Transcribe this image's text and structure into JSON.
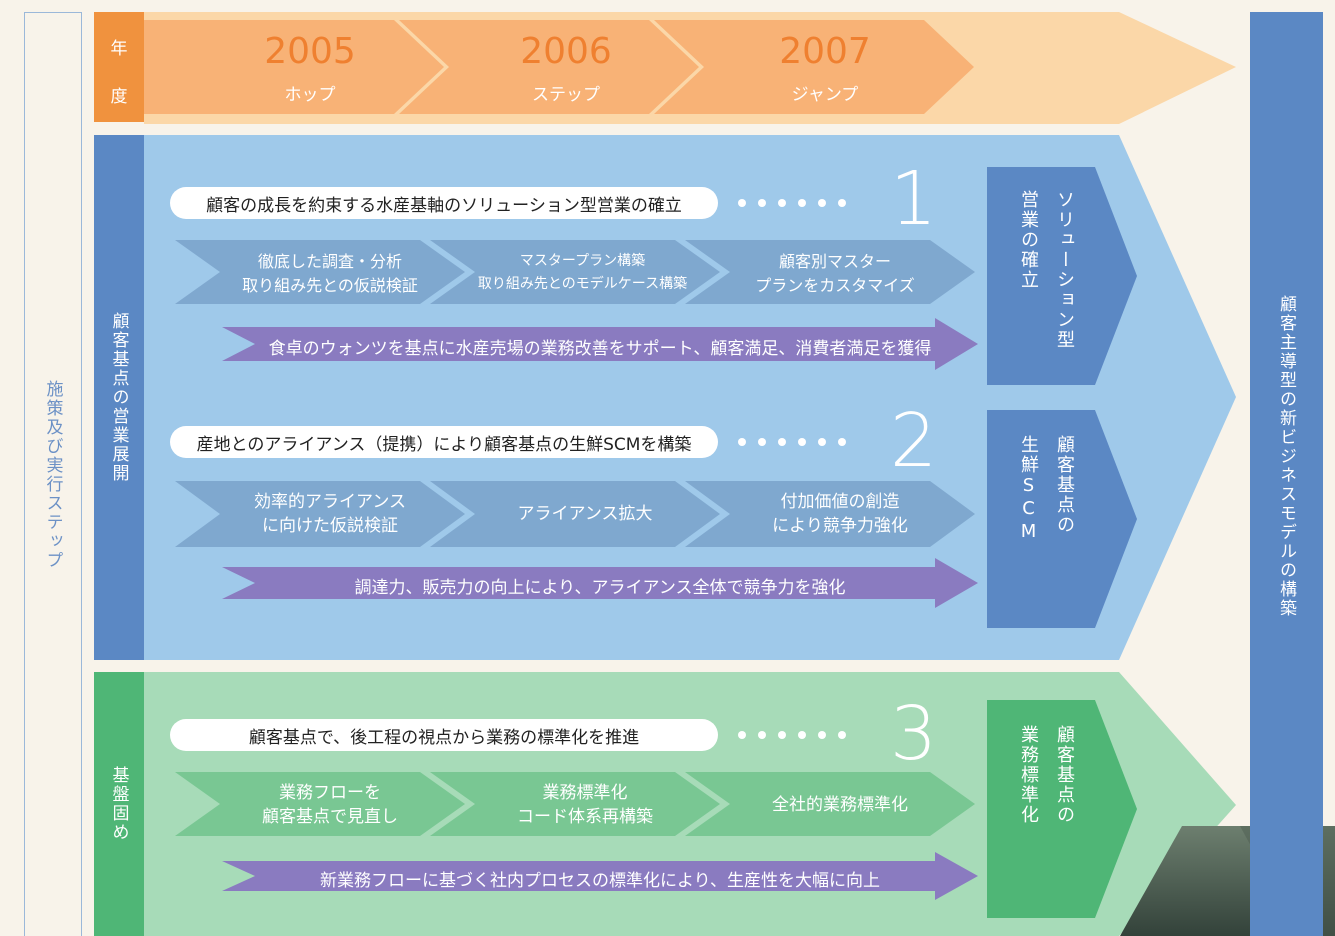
{
  "left_label": "施策及び実行ステップ",
  "year_header": {
    "label_top": "年",
    "label_bottom": "度"
  },
  "years": [
    {
      "year": "2005",
      "phase": "ホップ"
    },
    {
      "year": "2006",
      "phase": "ステップ"
    },
    {
      "year": "2007",
      "phase": "ジャンプ"
    }
  ],
  "right_label": "顧客主導型の新ビジネスモデルの構築",
  "band_sales": {
    "label": "顧客基点の営業展開",
    "item1": {
      "title": "顧客の成長を約束する水産基軸のソリューション型営業の確立",
      "number": "1",
      "steps": [
        "徹底した調査・分析\n取り組み先との仮説検証",
        "マスタープラン構築\n取り組み先とのモデルケース構築",
        "顧客別マスター\nプランをカスタマイズ"
      ],
      "bar": "食卓のウォンツを基点に水産売場の業務改善をサポート、顧客満足、消費者満足を獲得",
      "result_col1": "ソリューション型",
      "result_col2": "営業の確立"
    },
    "item2": {
      "title": "産地とのアライアンス（提携）により顧客基点の生鮮SCMを構築",
      "number": "2",
      "steps": [
        "効率的アライアンス\nに向けた仮説検証",
        "アライアンス拡大",
        "付加価値の創造\nにより競争力強化"
      ],
      "bar": "調達力、販売力の向上により、アライアンス全体で競争力を強化",
      "result_col1": "顧客基点の",
      "result_col2": "生鮮SCM"
    }
  },
  "band_base": {
    "label": "基盤固め",
    "item3": {
      "title": "顧客基点で、後工程の視点から業務の標準化を推進",
      "number": "3",
      "steps": [
        "業務フローを\n顧客基点で見直し",
        "業務標準化\nコード体系再構築",
        "全社的業務標準化"
      ],
      "bar": "新業務フローに基づく社内プロセスの標準化により、生産性を大幅に向上",
      "result_col1": "顧客基点の",
      "result_col2": "業務標準化"
    }
  },
  "colors": {
    "orange": "#f0923e",
    "blue_band": "#9fc9ea",
    "blue_dark": "#5b88c4",
    "green_band": "#a7dbb8",
    "green_dark": "#4fb676",
    "purple": "#8a7bc0"
  }
}
